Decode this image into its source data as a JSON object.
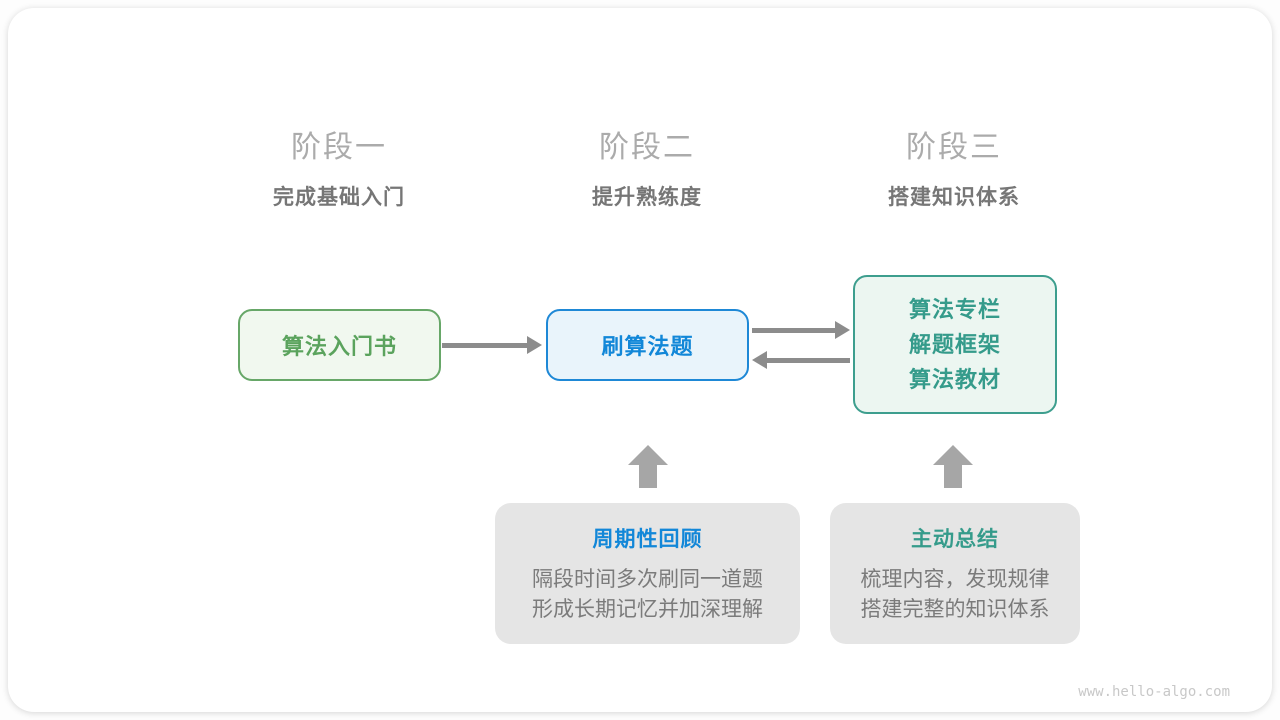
{
  "stages": [
    {
      "label": "阶段一",
      "subtitle": "完成基础入门"
    },
    {
      "label": "阶段二",
      "subtitle": "提升熟练度"
    },
    {
      "label": "阶段三",
      "subtitle": "搭建知识体系"
    }
  ],
  "nodes": {
    "intro_book": {
      "label": "算法入门书"
    },
    "practice": {
      "label": "刷算法题"
    },
    "resources": {
      "lines": [
        "算法专栏",
        "解题框架",
        "算法教材"
      ]
    }
  },
  "callouts": [
    {
      "title": "周期性回顾",
      "lines": [
        "隔段时间多次刷同一道题",
        "形成长期记忆并加深理解"
      ]
    },
    {
      "title": "主动总结",
      "lines": [
        "梳理内容，发现规律",
        "搭建完整的知识体系"
      ]
    }
  ],
  "watermark": "www.hello-algo.com",
  "colors": {
    "green_text": "#5ba35d",
    "green_border": "#67a768",
    "green_bg": "#f1f8ef",
    "blue_text": "#1287d8",
    "blue_border": "#1e88d6",
    "blue_bg": "#e9f4fb",
    "teal_text": "#359b8b",
    "teal_border": "#3d9e8e",
    "teal_bg": "#ecf6f1",
    "callout_bg": "#e5e5e5",
    "arrow": "#8c8c8c",
    "block_arrow": "#a6a6a6",
    "stage_label": "#ababab",
    "stage_subtitle": "#767676",
    "body_text": "#7b7b7b",
    "watermark": "#c8c8c8"
  }
}
